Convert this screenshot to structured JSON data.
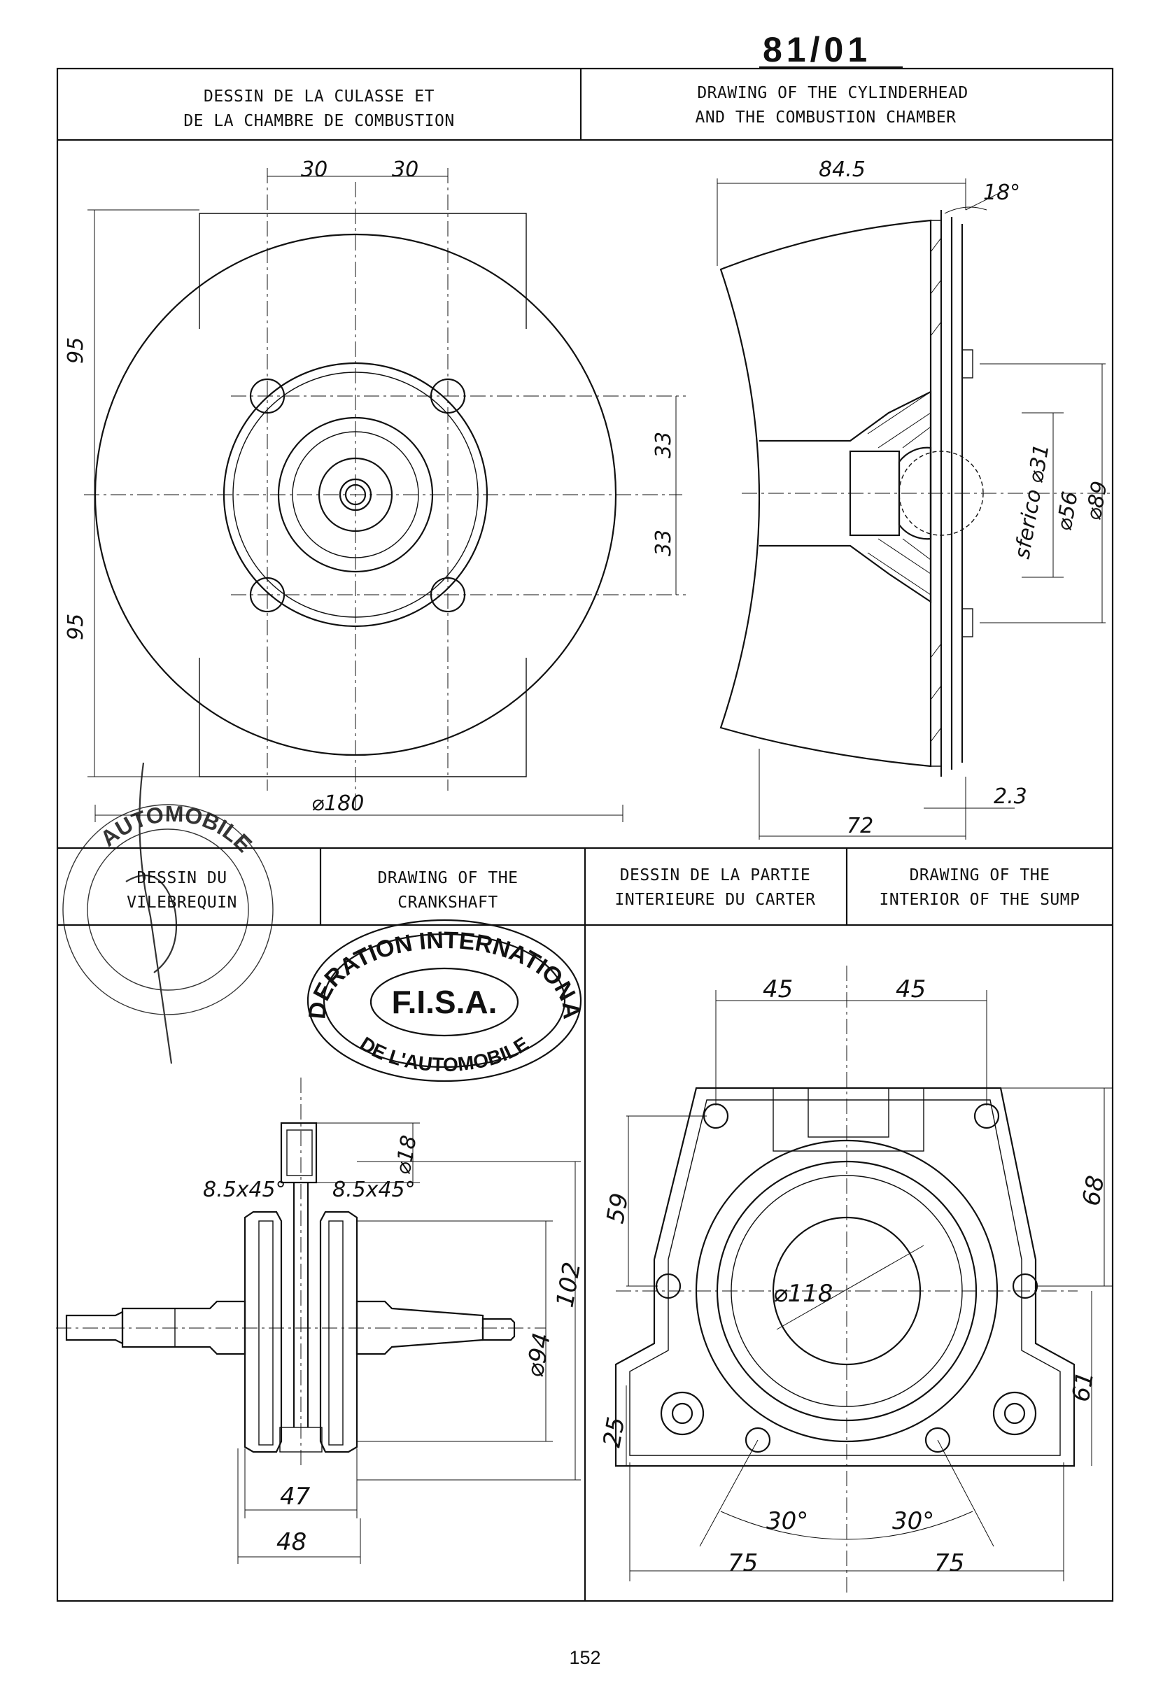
{
  "doc_number": "81/01",
  "page_number": "152",
  "headers": {
    "cyl_fr_1": "DESSIN DE LA CULASSE ET",
    "cyl_fr_2": "DE LA CHAMBRE DE COMBUSTION",
    "cyl_en_1": "DRAWING OF THE CYLINDERHEAD",
    "cyl_en_2": "AND THE COMBUSTION CHAMBER",
    "crank_fr_1": "DESSIN DU",
    "crank_fr_2": "VILEBREQUIN",
    "crank_en_1": "DRAWING OF THE",
    "crank_en_2": "CRANKSHAFT",
    "sump_fr_1": "DESSIN DE LA PARTIE",
    "sump_fr_2": "INTERIEURE DU CARTER",
    "sump_en_1": "DRAWING OF THE",
    "sump_en_2": "INTERIOR OF THE SUMP"
  },
  "stamp": {
    "top": "FEDERATION INTERNATIONALE",
    "center": "F.I.S.A.",
    "bottom": "DE L'AUTOMOBILE"
  },
  "round_stamp": {
    "text": "AUTOMOBILE"
  },
  "dimensions": {
    "cyl_plan": {
      "d30a": "30",
      "d30b": "30",
      "d95a": "95",
      "d95b": "95",
      "d33a": "33",
      "d33b": "33",
      "d180": "⌀180"
    },
    "cyl_section": {
      "d845": "84.5",
      "d18deg": "18°",
      "sferico": "sferico ⌀31",
      "d56": "⌀56",
      "d89": "⌀89",
      "d23": "2.3",
      "d72": "72"
    },
    "crank": {
      "d18": "⌀18",
      "ch1": "8.5x45°",
      "ch2": "8.5x45°",
      "d94": "⌀94",
      "d102": "102",
      "d47": "47",
      "d48": "48"
    },
    "sump": {
      "d45a": "45",
      "d45b": "45",
      "d59": "59",
      "d68": "68",
      "d118": "⌀118",
      "d25": "25",
      "d61": "61",
      "a30a": "30°",
      "a30b": "30°",
      "d75a": "75",
      "d75b": "75"
    }
  }
}
